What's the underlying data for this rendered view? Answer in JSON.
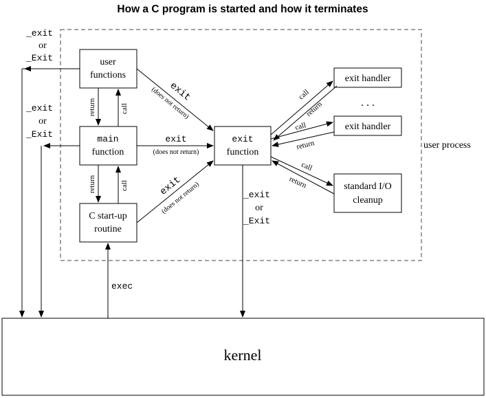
{
  "title": "How a C program is started and how it terminates",
  "nodes": {
    "user_functions": [
      "user",
      "functions"
    ],
    "main_function": [
      "main",
      "function"
    ],
    "startup_routine": [
      "C start-up",
      "routine"
    ],
    "exit_function": [
      "exit",
      "function"
    ],
    "exit_handler_1": "exit handler",
    "exit_handler_2": "exit handler",
    "ellipsis": ". . .",
    "stdio_cleanup": [
      "standard I/O",
      "cleanup"
    ],
    "kernel": "kernel"
  },
  "labels": {
    "user_process": "user process",
    "exit_group_1": [
      "_exit",
      "or",
      "_Exit"
    ],
    "exit_group_2": [
      "_exit",
      "or",
      "_Exit"
    ],
    "exit_group_3": [
      "_exit",
      "or",
      "_Exit"
    ],
    "exec": "exec",
    "return_uf": "return",
    "call_uf": "call",
    "return_main": "return",
    "call_main": "call",
    "exit_from_user": "exit",
    "does_not_return_user": "(does not return)",
    "exit_from_main": "exit",
    "does_not_return_main": "(does not return)",
    "exit_from_startup": "exit",
    "does_not_return_startup": "(does not return)",
    "call_h1": "call",
    "return_h1": "return",
    "call_h2": "call",
    "return_h2": "return",
    "call_stdio": "call",
    "return_stdio": "return"
  }
}
